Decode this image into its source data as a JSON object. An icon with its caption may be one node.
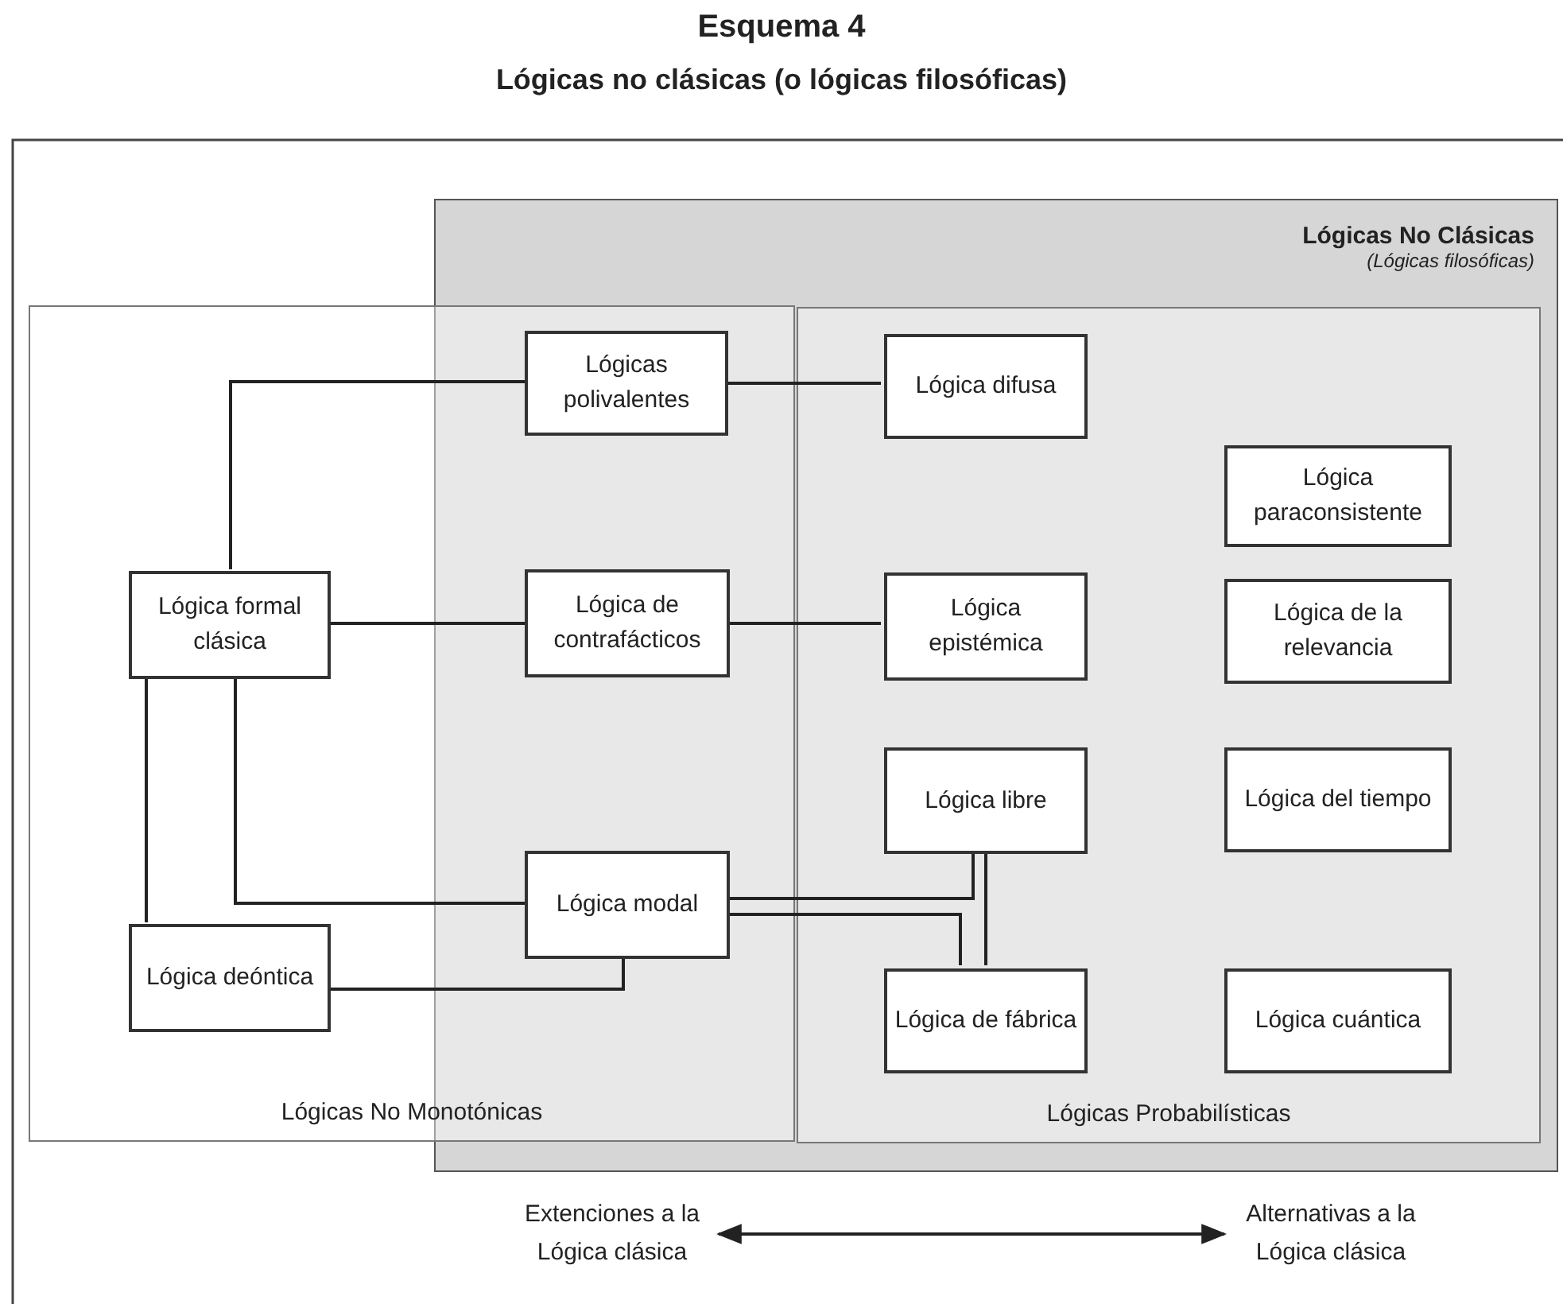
{
  "diagram": {
    "title": "Esquema 4",
    "nodes": [
      {
        "text": [
          "Lógicas No Clásicas",
          "(Lógicas filosóficas)"
        ]
      },
      {
        "text": [
          "Lógicas No Monotónicas"
        ]
      },
      {
        "text": [
          "Lógicas Probabilísticas"
        ],
        "in": 0
      },
      {
        "text": [
          "Lógicas polivalentes"
        ]
      },
      {
        "text": [
          "Lógica difusa"
        ],
        "in": 2
      },
      {
        "text": [
          "Lógica paraconsistente"
        ],
        "in": 2
      },
      {
        "text": [
          "Lógica formal clásica"
        ],
        "in": 1
      },
      {
        "text": [
          "Lógica de contrafácticos"
        ]
      },
      {
        "text": [
          "Lógica epistémica"
        ],
        "in": 2
      },
      {
        "text": [
          "Lógica de la relevancia"
        ],
        "in": 2
      },
      {
        "text": [
          "Lógica libre"
        ],
        "in": 2
      },
      {
        "text": [
          "Lógica del tiempo"
        ],
        "in": 2
      },
      {
        "text": [
          "Lógica modal"
        ]
      },
      {
        "text": [
          "Lógica deóntica"
        ],
        "in": 1
      },
      {
        "text": [
          "Lógica de fábrica"
        ],
        "in": 2
      },
      {
        "text": [
          "Lógica cuántica"
        ],
        "in": 2
      },
      {
        "text": [
          "Extenciones a la Lógica clásica"
        ]
      },
      {
        "text": [
          "Alternativas a la Lógica clásica"
        ]
      }
    ],
    "edges": [
      {
        "from": 6,
        "to": 3,
        "arrow": "none"
      },
      {
        "from": 6,
        "to": 7,
        "arrow": "none"
      },
      {
        "from": 6,
        "to": 12,
        "arrow": "none"
      },
      {
        "from": 6,
        "to": 13,
        "arrow": "none"
      },
      {
        "from": 3,
        "to": 4,
        "arrow": "none"
      },
      {
        "from": 7,
        "to": 8,
        "arrow": "none"
      },
      {
        "from": 12,
        "to": 10,
        "arrow": "none"
      },
      {
        "from": 12,
        "to": 14,
        "arrow": "none"
      },
      {
        "from": 10,
        "to": 14,
        "arrow": "none"
      },
      {
        "from": 12,
        "to": 13,
        "arrow": "none"
      },
      {
        "from": 16,
        "to": 17,
        "arrow": "both"
      }
    ],
    "labels": [
      "Lógicas no clásicas (o lógicas filosóficas)"
    ]
  }
}
